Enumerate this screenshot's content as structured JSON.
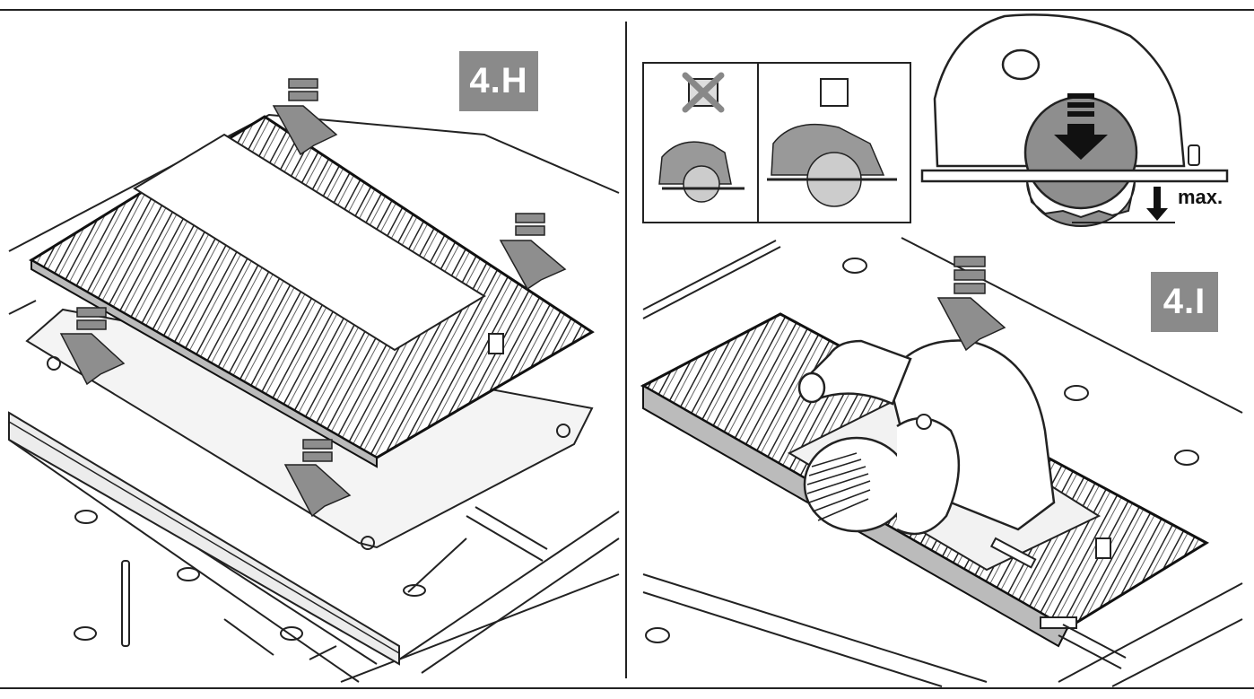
{
  "panels": {
    "left": {
      "label": "4.H"
    },
    "right": {
      "label": "4.I",
      "depth_label": "max."
    }
  },
  "colors": {
    "badge": "#8a8a8a",
    "arrow": "#8e8e8e",
    "line": "#222222",
    "light_fill": "#ececec"
  },
  "icons": {
    "wrong": "crossed-checkbox-icon",
    "right": "empty-checkbox-icon"
  }
}
